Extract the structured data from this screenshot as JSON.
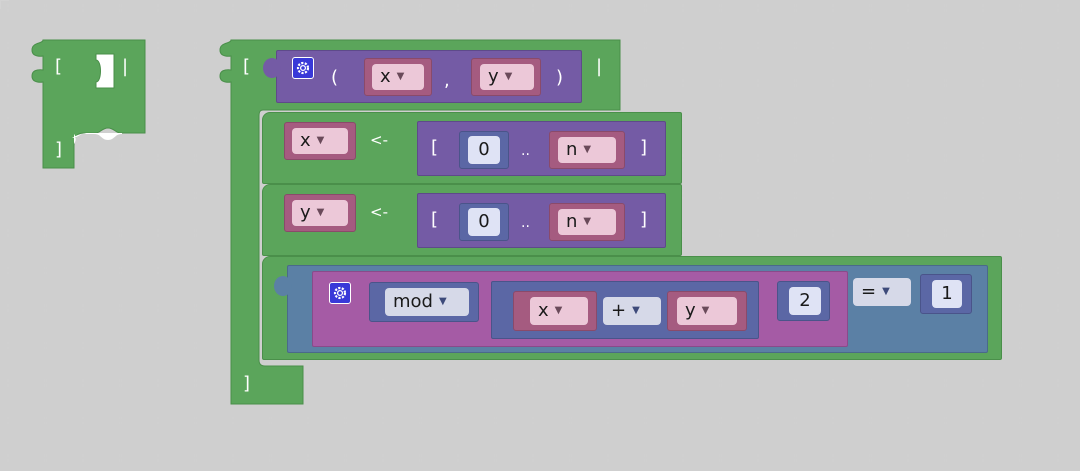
{
  "canvas": {
    "background": "#ffffff",
    "grid_color": "#d0d0d0"
  },
  "palette": {
    "green": "#5ba55b",
    "purple": "#745ba5",
    "magenta": "#a55ba5",
    "steel": "#5b80a5",
    "indigo": "#5b67a5",
    "rose": "#a55b80"
  },
  "small_block": {
    "open": "[",
    "bar": "|",
    "close": "]"
  },
  "main_block": {
    "open": "[",
    "close": "]",
    "bar": "|",
    "tuple": {
      "open": "(",
      "comma": ",",
      "close": ")",
      "var_a": "x",
      "var_b": "y",
      "icon": "gear-icon"
    },
    "generators": [
      {
        "var": "x",
        "arrow": "<-",
        "open": "[",
        "start": "0",
        "dots": "..",
        "end": "n",
        "close": "]"
      },
      {
        "var": "y",
        "arrow": "<-",
        "open": "[",
        "start": "0",
        "dots": "..",
        "end": "n",
        "close": "]"
      }
    ],
    "guard": {
      "func": "mod",
      "left": "x",
      "op": "+",
      "right": "y",
      "divisor": "2",
      "cmp": "=",
      "value": "1",
      "icon": "gear-icon"
    }
  }
}
